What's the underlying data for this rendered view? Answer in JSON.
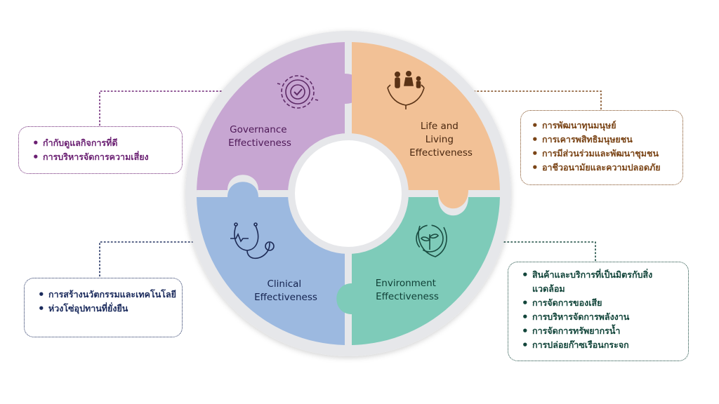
{
  "segments": {
    "governance": {
      "line1": "Governance",
      "line2": "Effectiveness",
      "color": "#c7a6d2",
      "text_color": "#4e1957",
      "icon": "gear-check-icon"
    },
    "life": {
      "line1": "Life and",
      "line2": "Living",
      "line3": "Effectiveness",
      "color": "#f2c196",
      "text_color": "#4a2810",
      "icon": "family-hands-icon"
    },
    "clinical": {
      "line1": "Clinical",
      "line2": "Effectiveness",
      "color": "#9cb9e0",
      "text_color": "#14224e",
      "icon": "stethoscope-icon"
    },
    "environment": {
      "line1": "Environment",
      "line2": "Effectiveness",
      "color": "#7ecbb9",
      "text_color": "#0f3e35",
      "icon": "leaf-sprout-icon"
    }
  },
  "boxes": {
    "governance": [
      "กำกับดูแลกิจการที่ดี",
      "การบริหารจัดการความเสี่ยง"
    ],
    "life": [
      "การพัฒนาทุนมนุษย์",
      "การเคารพสิทธิมนุษยชน",
      "การมีส่วนร่วมและพัฒนาชุมชน",
      "อาชีวอนามัยและความปลอดภัย"
    ],
    "clinical": [
      "การสร้างนวัตกรรมและเทคโนโลยี",
      "ห่วงโซ่อุปทานที่ยั่งยืน"
    ],
    "environment": [
      "สินค้าและบริการที่เป็นมิตรกับสิ่งแวดล้อม",
      "การจัดการของเสีย",
      "การบริหารจัดการพลังงาน",
      "การจัดการทรัพยากรน้ำ",
      "การปล่อยก๊าซเรือนกระจก"
    ]
  },
  "colors": {
    "ring_frame": "#e6e7ea",
    "center": "#ffffff"
  }
}
